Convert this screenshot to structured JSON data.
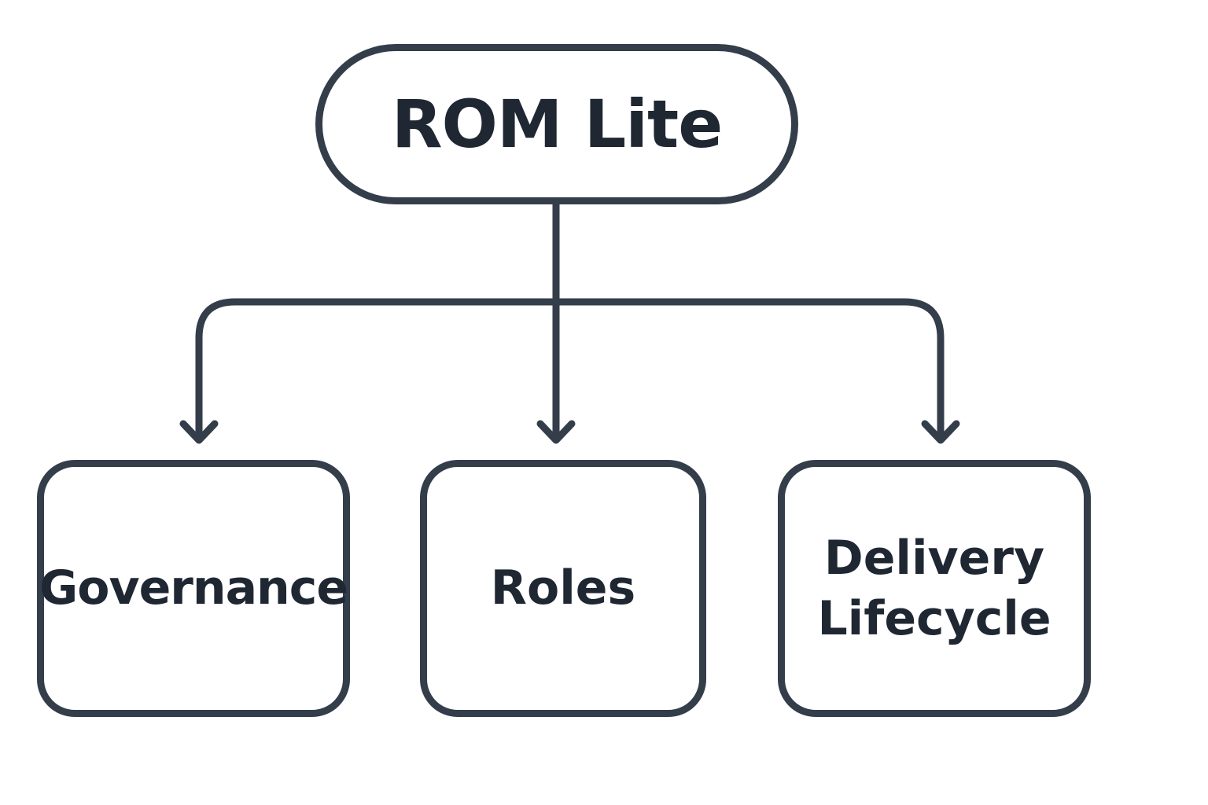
{
  "diagram": {
    "root": {
      "label": "ROM Lite"
    },
    "children": [
      {
        "label": "Governance"
      },
      {
        "label": "Roles"
      },
      {
        "label": "Delivery Lifecycle"
      }
    ]
  },
  "colors": {
    "stroke": "#343d4a",
    "text": "#1f2733",
    "background": "#ffffff"
  }
}
